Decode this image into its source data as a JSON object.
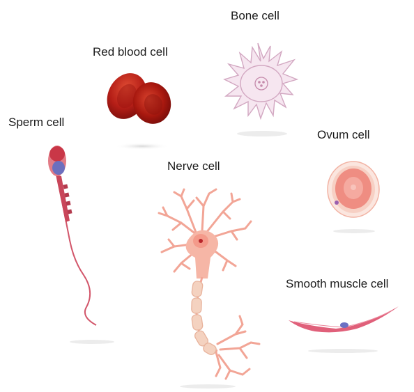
{
  "labels": {
    "bone": "Bone cell",
    "red_blood": "Red blood cell",
    "sperm": "Sperm cell",
    "ovum": "Ovum cell",
    "nerve": "Nerve cell",
    "smooth_muscle": "Smooth muscle cell"
  },
  "colors": {
    "red_blood_dark": "#9b1512",
    "red_blood_light": "#d9432e",
    "bone_fill": "#f6e6f0",
    "bone_stroke": "#d2a7c1",
    "nerve_fill": "#f6b6a6",
    "nerve_stroke": "#e88f80",
    "myelin_fill": "#f4d2c0",
    "sperm_fill": "#d2566a",
    "sperm_nucleus": "#6c6fbe",
    "ovum_outer": "#f7d0c4",
    "ovum_inner": "#ef8d82",
    "muscle_fill": "#e0607a",
    "muscle_nucleus": "#6b71c4"
  }
}
